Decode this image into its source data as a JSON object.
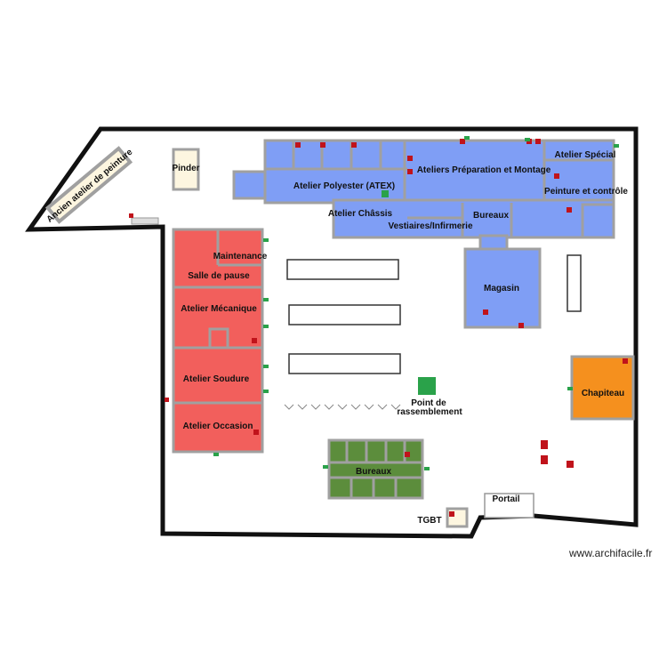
{
  "colors": {
    "blue": "#7f9ef5",
    "red": "#f25f5c",
    "green": "#5c8d3c",
    "orange": "#f5901e",
    "cream": "#fdf6e0",
    "wall": "#a0a0a0",
    "outer": "#111111",
    "marker_red": "#c0131b",
    "marker_green": "#2aa24a"
  },
  "rooms": {
    "ancien_atelier": "Ancien atelier de peinture",
    "pinder": "Pinder",
    "atelier_special": "Atelier Spécial",
    "ateliers_prep": "Ateliers Préparation et Montage",
    "atelier_polyester": "Atelier Polyester (ATEX)",
    "peinture_controle": "Peinture et contrôle",
    "atelier_chassis": "Atelier Châssis",
    "bureaux_top": "Bureaux",
    "vestiaires": "Vestiaires/Infirmerie",
    "maintenance": "Maintenance",
    "salle_pause": "Salle de pause",
    "atelier_mecanique": "Atelier Mécanique",
    "atelier_soudure": "Atelier Soudure",
    "atelier_occasion": "Atelier Occasion",
    "magasin": "Magasin",
    "chapiteau": "Chapiteau",
    "bureaux_bottom": "Bureaux",
    "portail": "Portail",
    "tgbt": "TGBT"
  },
  "assembly": {
    "line1": "Point de",
    "line2": "rassemblement"
  },
  "watermark": "www.archifacile.fr"
}
